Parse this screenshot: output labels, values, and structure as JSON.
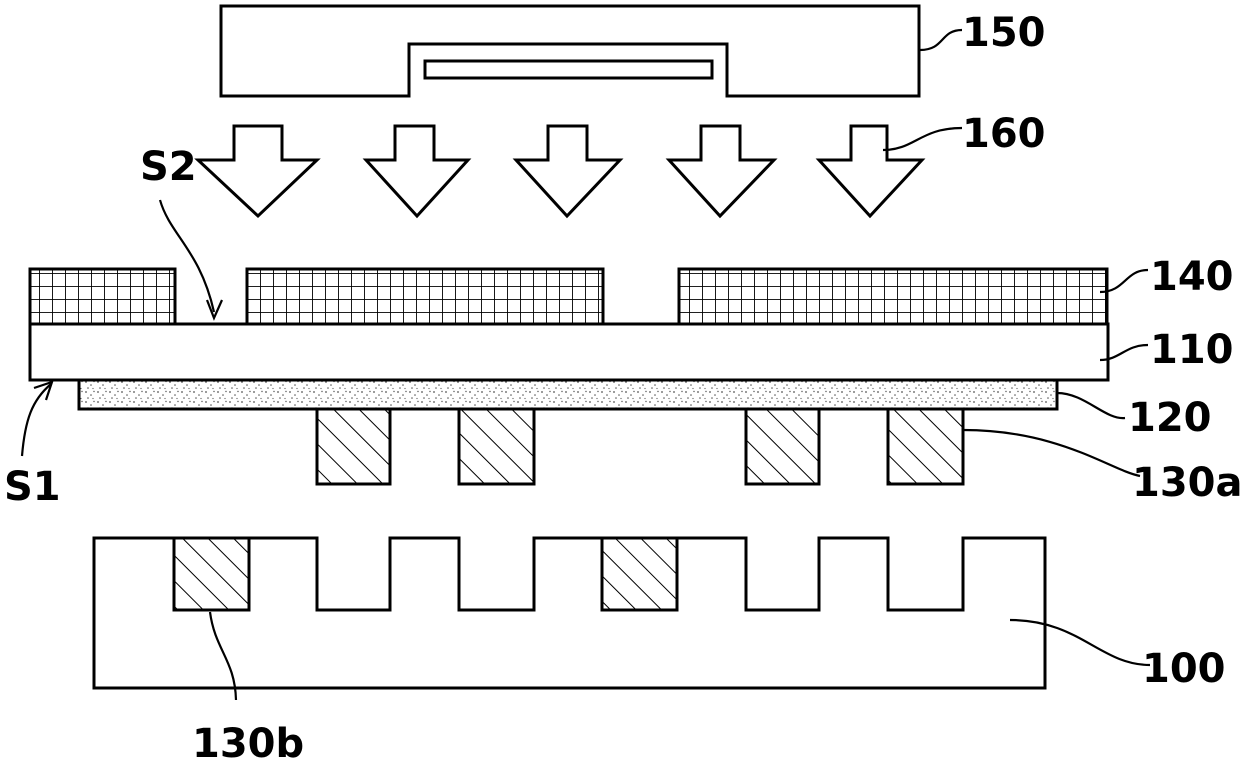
{
  "labels": {
    "light_source": "150",
    "light": "160",
    "mask": "140",
    "substrate": "110",
    "adhesive": "120",
    "pattern_top": "130a",
    "pattern_bottom": "130b",
    "mold": "100",
    "surface_top": "S2",
    "surface_bottom": "S1"
  },
  "fills": {
    "stroke": "#000000",
    "background": "#ffffff",
    "speckle": "#555555"
  }
}
